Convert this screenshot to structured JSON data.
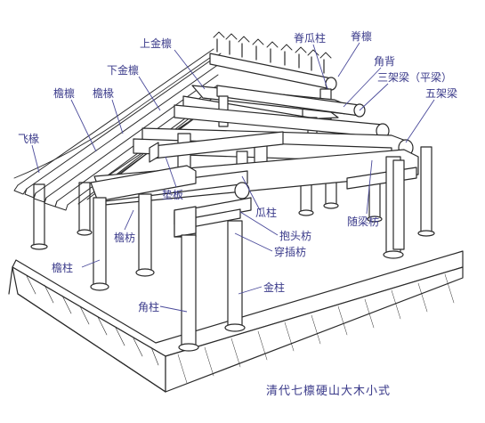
{
  "diagram": {
    "caption": "清代七檩硬山大木小式",
    "labels": {
      "shang_jin_lin": "上金檩",
      "xia_jin_lin": "下金檩",
      "yan_lin": "檐檩",
      "yan_chuan": "檐椽",
      "fei_chuan": "飞椽",
      "ji_gua_zhu": "脊瓜柱",
      "ji_lin": "脊檩",
      "jiao_bei": "角背",
      "san_jia_liang": "三架梁（平梁）",
      "wu_jia_liang": "五架梁",
      "dian_ban": "垫板",
      "gua_zhu": "瓜柱",
      "bao_tou_fang": "抱头枋",
      "chuan_cha_fang": "穿插枋",
      "sui_liang_fang": "随梁枋",
      "yan_fang": "檐枋",
      "yan_zhu": "檐柱",
      "jin_zhu": "金柱",
      "jiao_zhu": "角柱"
    },
    "colors": {
      "ink": "#2a2a2a",
      "label": "#3a3a8a",
      "leader": "#4a4a9a"
    }
  }
}
